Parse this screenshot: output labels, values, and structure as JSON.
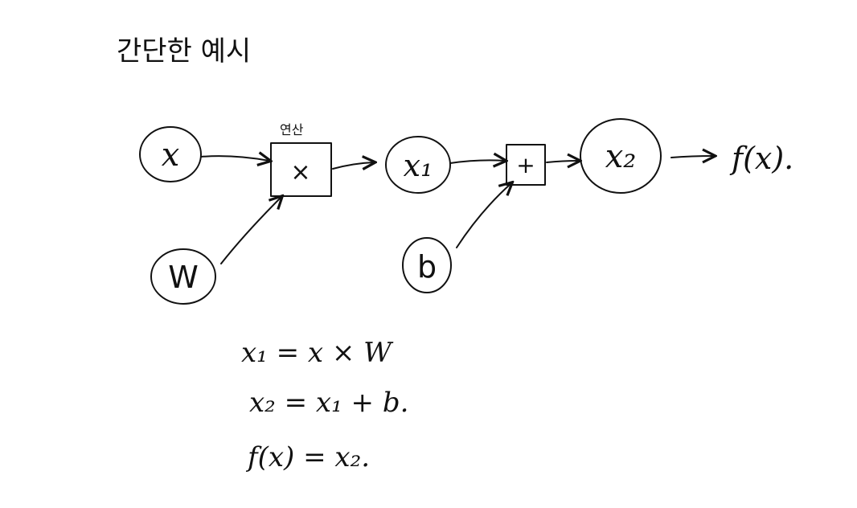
{
  "title": "간단한 예시",
  "graph": {
    "op_caption": "연산",
    "nodes": {
      "x": "x",
      "w": "W",
      "x1": "x₁",
      "b": "b",
      "x2": "x₂"
    },
    "ops": {
      "mul": "×",
      "add": "+"
    },
    "output": "f(x)."
  },
  "equations": [
    "x₁ = x × W",
    "x₂ = x₁ + b.",
    "f(x) = x₂."
  ]
}
